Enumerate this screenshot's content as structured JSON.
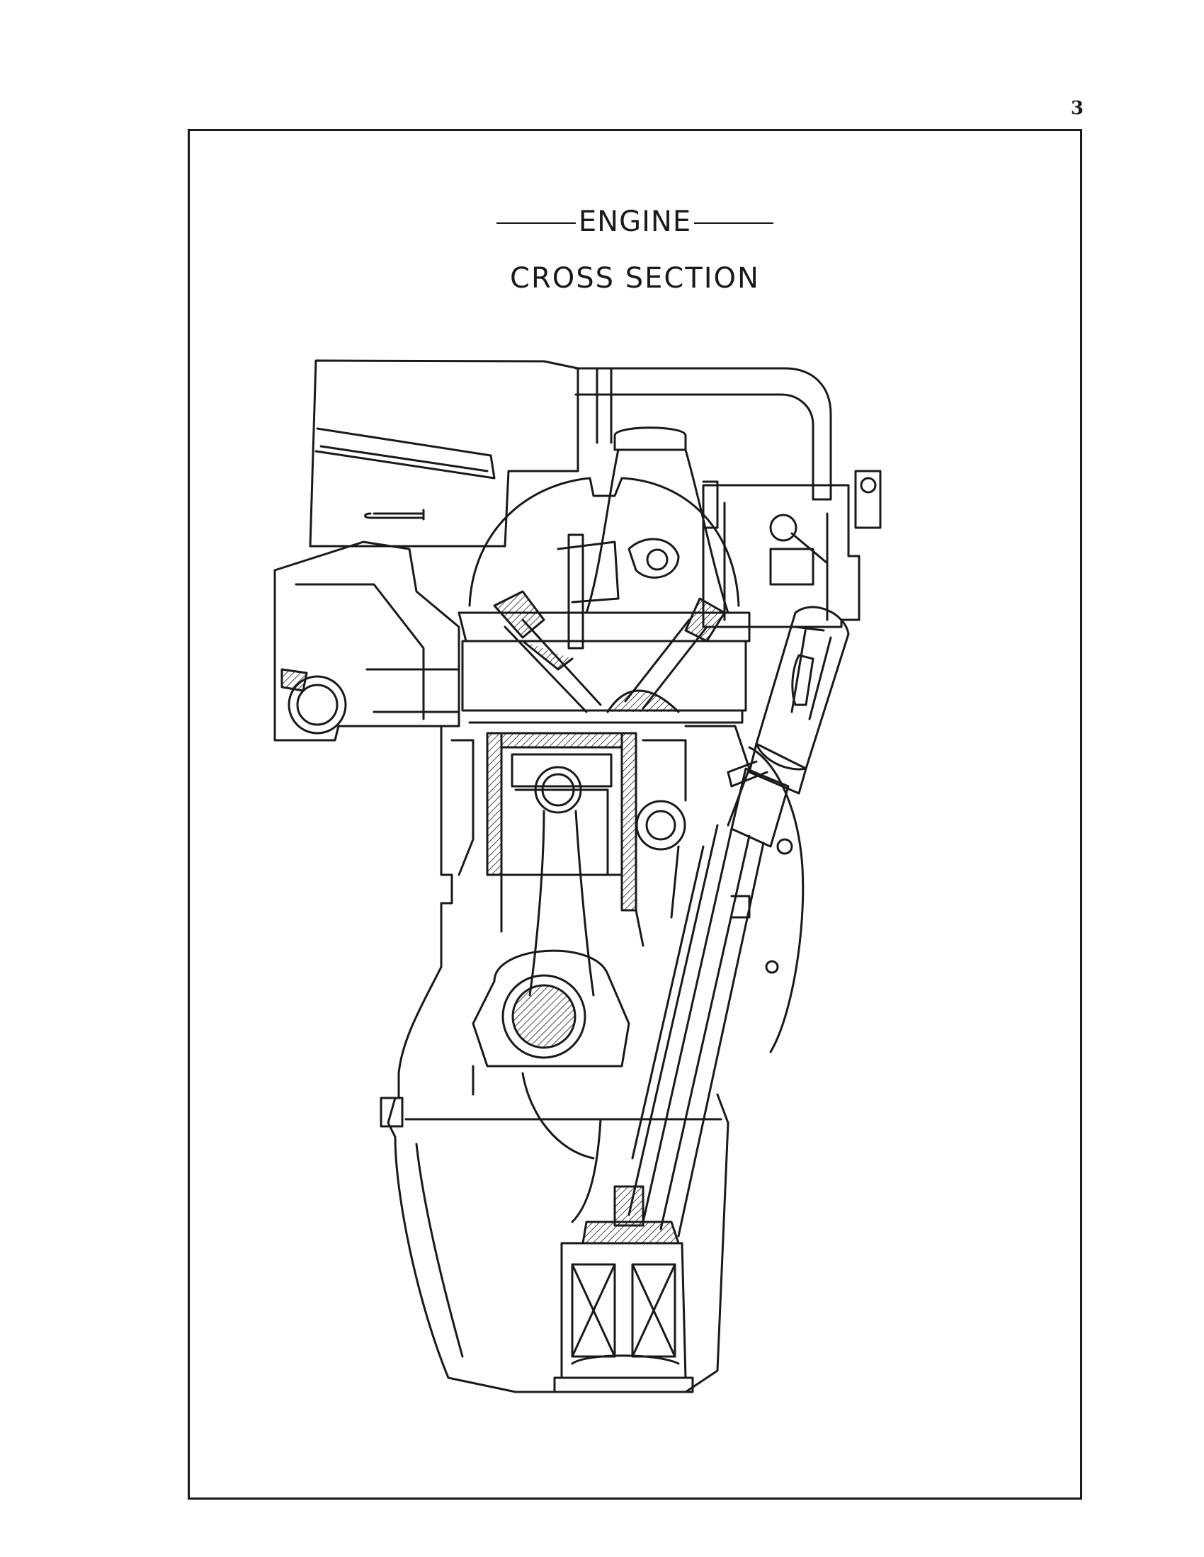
{
  "page_number": "3",
  "title": "ENGINE",
  "subtitle": "CROSS SECTION"
}
